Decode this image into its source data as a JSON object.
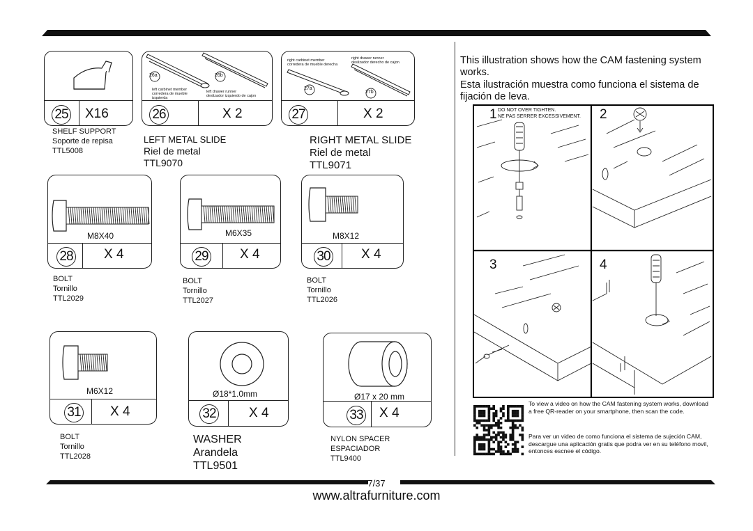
{
  "parts": [
    {
      "id": "25",
      "qty": "X16",
      "names": [
        "SHELF SUPPORT",
        "Soporte de repisa",
        "TTL5008"
      ]
    },
    {
      "id": "26",
      "qty": "X 2",
      "names": [
        "LEFT METAL SLIDE",
        "Riel de metal",
        "TTL9070"
      ],
      "callouts": {
        "a": "26a",
        "b": "26b",
        "a_text": "left carbinet member\ncorredera de mueble\nizquierda",
        "b_text": "left drawer runner\ndeslizador izquierdo de cajon"
      }
    },
    {
      "id": "27",
      "qty": "X 2",
      "names": [
        "RIGHT METAL SLIDE",
        "Riel de metal",
        "TTL9071"
      ],
      "callouts": {
        "a": "27a",
        "b": "27b",
        "a_text": "right carbinet member\ncorredera de mueble derecha",
        "b_text": "right drawer runner\ndeslizador derecho de cajon"
      }
    },
    {
      "id": "28",
      "qty": "X 4",
      "size": "M8X40",
      "names": [
        "BOLT",
        "Tornillo",
        "TTL2029"
      ]
    },
    {
      "id": "29",
      "qty": "X 4",
      "size": "M6X35",
      "names": [
        "BOLT",
        "Tornillo",
        "TTL2027"
      ]
    },
    {
      "id": "30",
      "qty": "X 4",
      "size": "M8X12",
      "names": [
        "BOLT",
        "Tornillo",
        "TTL2026"
      ]
    },
    {
      "id": "31",
      "qty": "X 4",
      "size": "M6X12",
      "names": [
        "BOLT",
        "Tornillo",
        "TTL2028"
      ]
    },
    {
      "id": "32",
      "qty": "X 4",
      "size": "Ø18*1.0mm",
      "names": [
        "WASHER",
        "Arandela",
        "TTL9501"
      ]
    },
    {
      "id": "33",
      "qty": "X 4",
      "size": "Ø17 x 20 mm",
      "names": [
        "NYLON SPACER",
        "ESPACIADOR",
        "TTL9400"
      ]
    }
  ],
  "cam": {
    "intro_en": "This illustration shows how the CAM fastening system works.",
    "intro_es": "Esta ilustración muestra como funciona el sistema de fijación de leva.",
    "steps": [
      "1",
      "2",
      "3",
      "4"
    ],
    "warning_en": "DO NOT OVER TIGHTEN.",
    "warning_fr": "NE PAS SERRER EXCESSIVEMENT.",
    "qr_note_en": "To view a video on how the CAM fastening system works, download a free QR-reader on your smartphone, then scan the code.",
    "qr_note_es": "Para ver un video de como funciona el sistema de sujeción CAM, descargue una aplicación gratis que podra ver en su teléfono movil, entonces escnee el código."
  },
  "footer": {
    "page": "7/37",
    "website": "www.altrafurniture.com"
  }
}
